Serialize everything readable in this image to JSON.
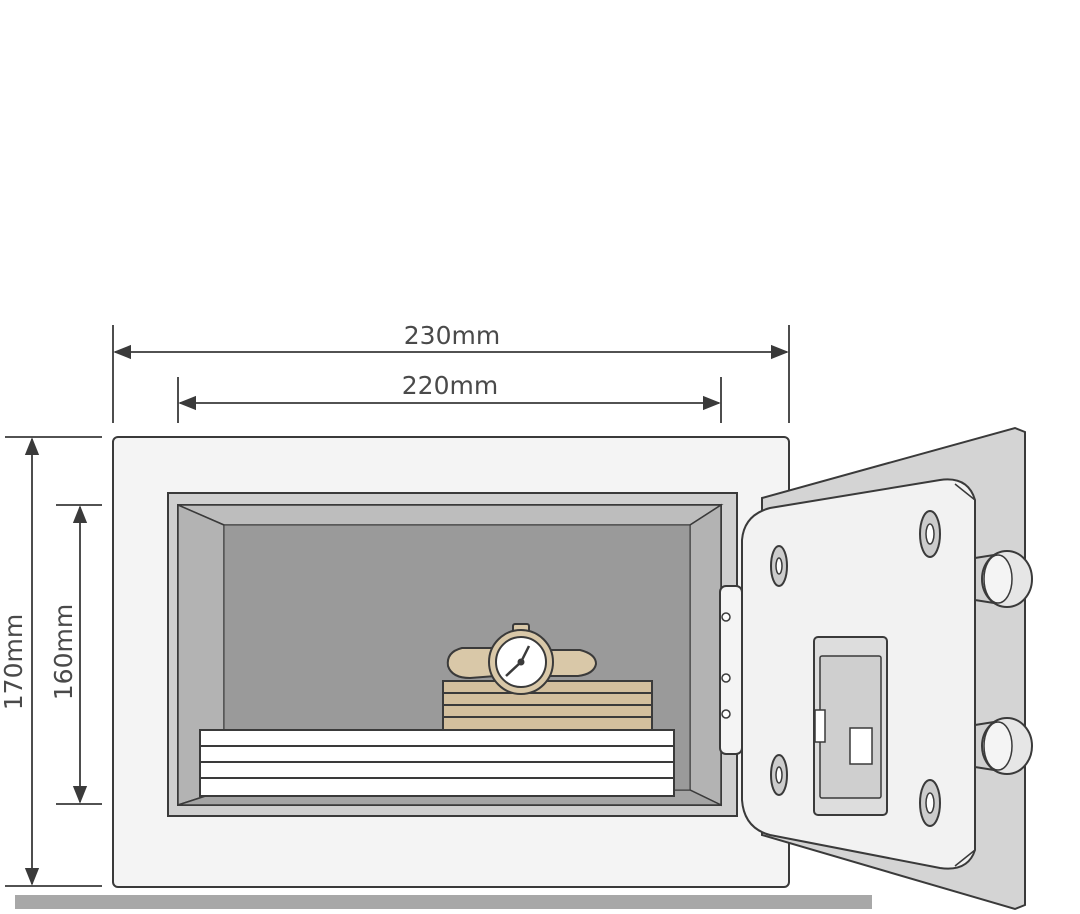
{
  "dimensions": {
    "outer_width": "230mm",
    "inner_width": "220mm",
    "outer_height": "170mm",
    "inner_height": "160mm"
  },
  "colors": {
    "line": "#3a3a3a",
    "body_fill": "#f4f4f4",
    "interior_back": "#9a9a9a",
    "interior_side": "#b3b3b3",
    "door_fill": "#f2f2f2",
    "door_frame": "#d4d4d4",
    "floor": "#a8a8a8",
    "watch_gold": "#d9c8a8",
    "jewelry_box": "#d3bf9d"
  },
  "icons": [
    "safe-icon",
    "watch-icon",
    "hinge-icon",
    "knob-icon",
    "keypad-icon"
  ]
}
